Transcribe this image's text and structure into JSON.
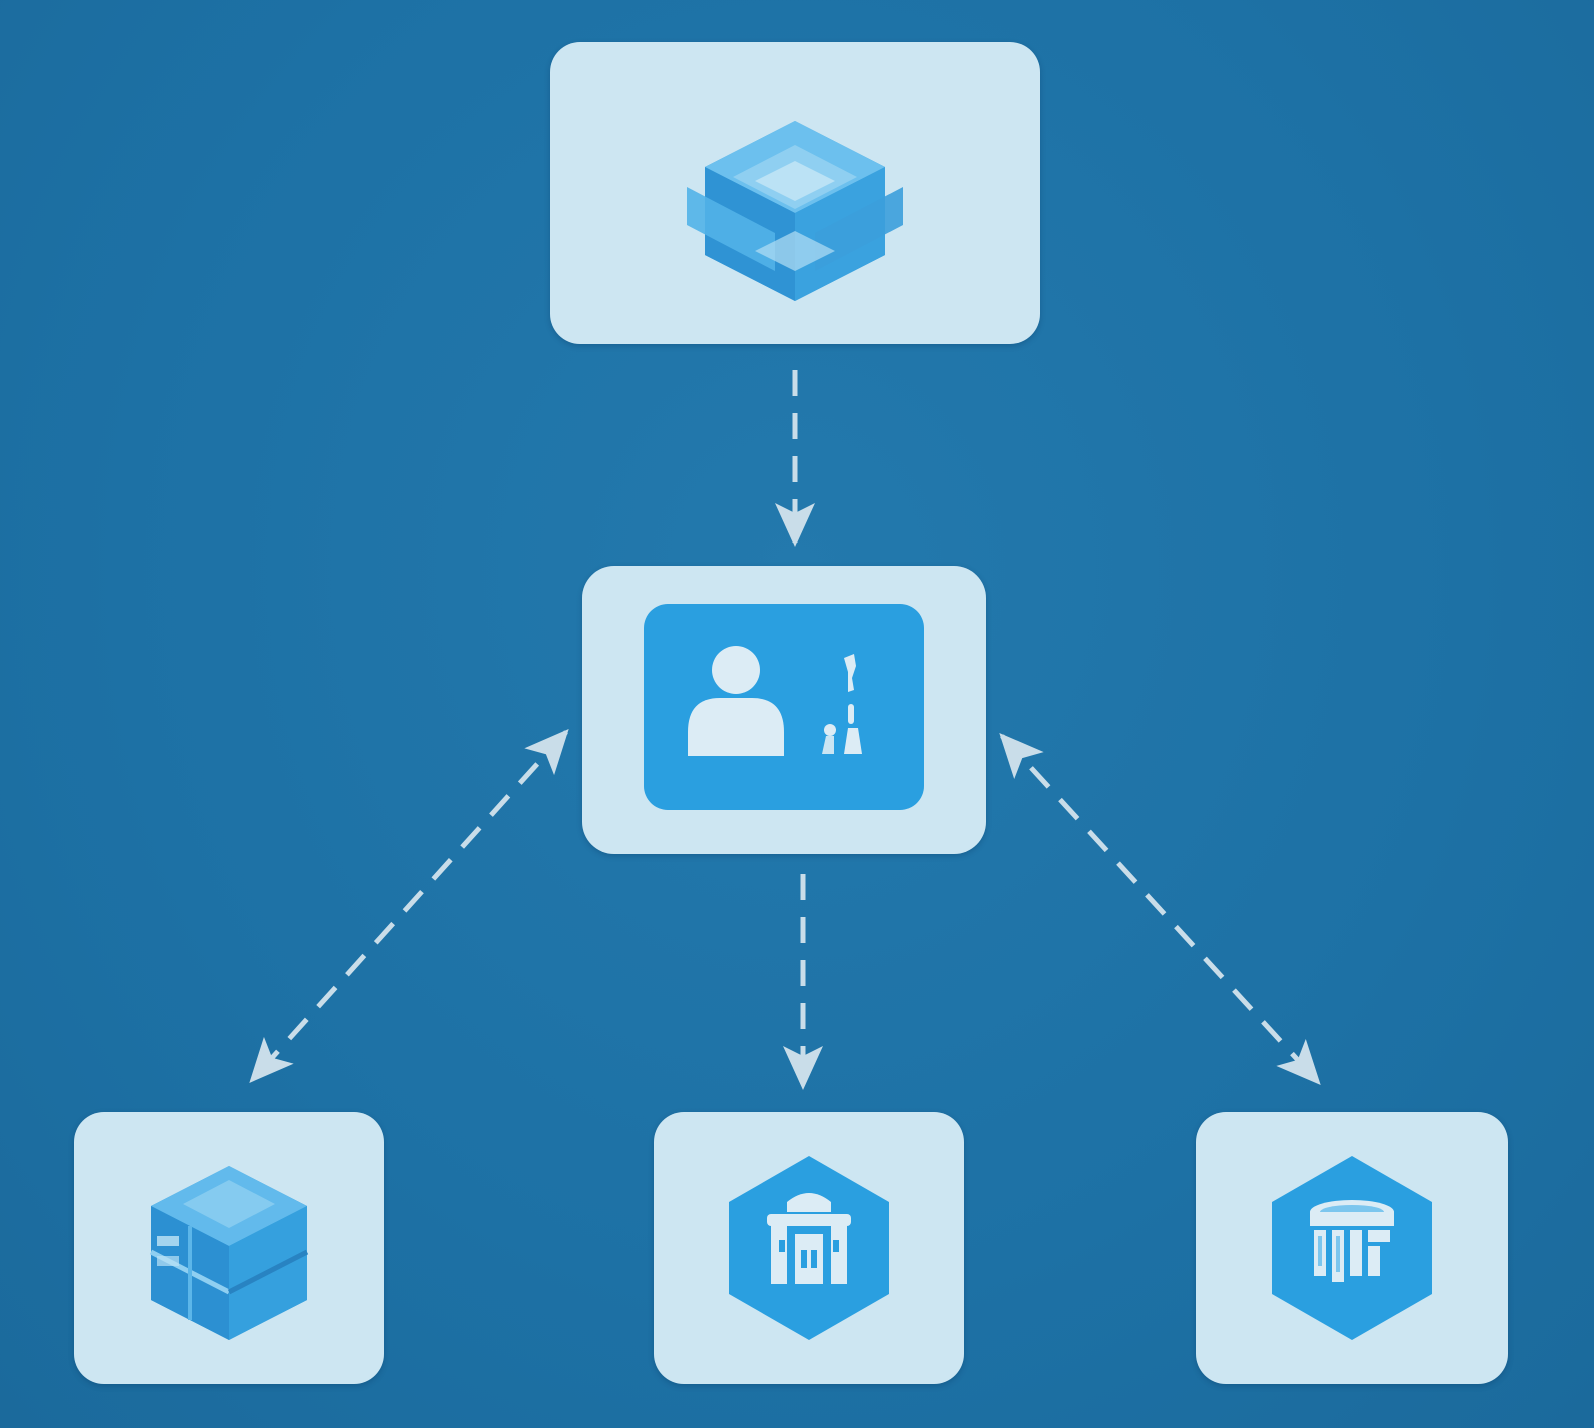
{
  "diagram": {
    "nodes": [
      {
        "id": "top",
        "icon": "isometric-cube-icon"
      },
      {
        "id": "center",
        "icon": "user-profile-icon"
      },
      {
        "id": "bottom-left",
        "icon": "stacked-blocks-icon"
      },
      {
        "id": "bottom-middle",
        "icon": "building-hexagon-icon"
      },
      {
        "id": "bottom-right",
        "icon": "server-hexagon-icon"
      }
    ],
    "edges": [
      {
        "from": "top",
        "to": "center",
        "style": "dashed",
        "direction": "forward"
      },
      {
        "from": "center",
        "to": "bottom-left",
        "style": "dashed",
        "direction": "both"
      },
      {
        "from": "center",
        "to": "bottom-middle",
        "style": "dashed",
        "direction": "forward"
      },
      {
        "from": "center",
        "to": "bottom-right",
        "style": "dashed",
        "direction": "both"
      }
    ],
    "colors": {
      "background": "#1f74a8",
      "card": "#cde6f2",
      "icon": "#2a9fe0",
      "connector": "#c9dde9"
    }
  }
}
